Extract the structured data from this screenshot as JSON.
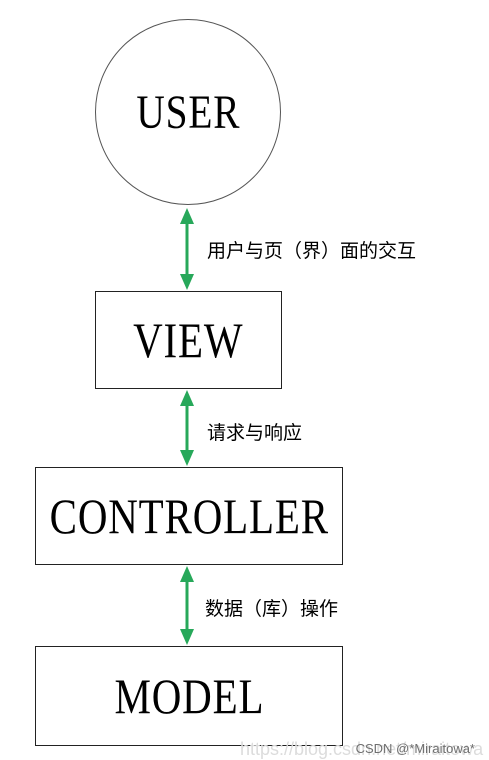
{
  "nodes": {
    "user": "USER",
    "view": "VIEW",
    "controller": "CONTROLLER",
    "model": "MODEL"
  },
  "edges": {
    "user_view": "用户与页（界）面的交互",
    "view_controller": "请求与响应",
    "controller_model": "数据（库）操作"
  },
  "colors": {
    "arrow": "#27a85a",
    "border": "#222222"
  },
  "watermark": {
    "ghost": "https://blog.csdn.net/miraitowa",
    "text": "CSDN @*Miraitowa*"
  }
}
